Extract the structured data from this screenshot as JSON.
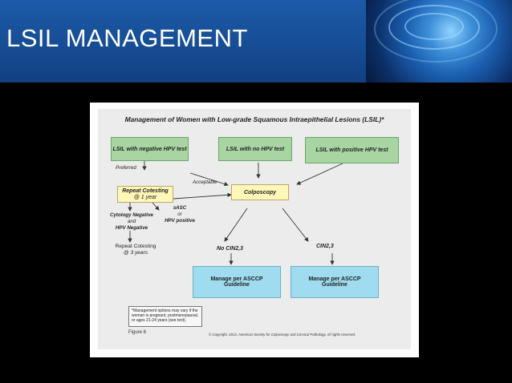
{
  "slide": {
    "title": "LSIL MANAGEMENT"
  },
  "figure": {
    "title": "Management of Women with Low-grade Squamous Intraepithelial Lesions (LSIL)*",
    "boxes": {
      "neg_hpv": "LSIL with negative HPV test",
      "no_hpv": "LSIL with no HPV test",
      "pos_hpv": "LSIL with positive HPV test",
      "repeat_cotesting": "Repeat Cotesting",
      "repeat_cotesting_sub": "@ 1 year",
      "colposcopy": "Colposcopy",
      "manage_left": "Manage per ASCCP Guideline",
      "manage_right": "Manage per ASCCP Guideline"
    },
    "labels": {
      "preferred": "Preferred",
      "acceptable": "Acceptable",
      "cytology_negative": "Cytology Negative",
      "and": "and",
      "hpv_negative": "HPV Negative",
      "asc": "≥ASC",
      "or": "or",
      "hpv_positive": "HPV positive",
      "repeat_cotesting_3": "Repeat Cotesting",
      "at_3_years": "@ 3 years",
      "no_cin": "No CIN2,3",
      "cin": "CIN2,3"
    },
    "footnote": "*Management options may vary if the woman is pregnant, postmenopausal, or ages 21-24 years (see text).",
    "figure_label": "Figure 6",
    "copyright": "© Copyright, 2013, American Society for Colposcopy and Cervical Pathology. All rights reserved."
  }
}
